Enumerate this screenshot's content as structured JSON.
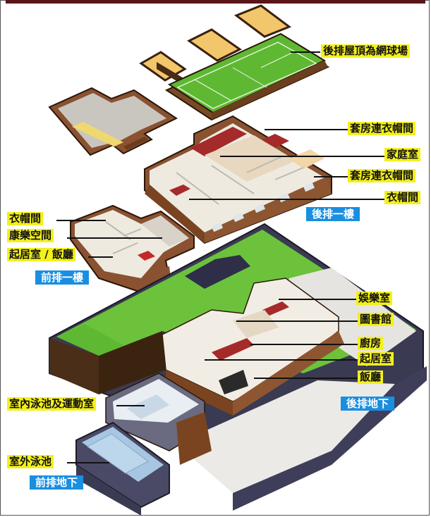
{
  "diagram": {
    "title": "",
    "type": "exploded-isometric-floor-plan",
    "levels": [
      {
        "id": "rear-roof",
        "labels": [
          "後排屋頂為網球場"
        ]
      },
      {
        "id": "rear-first-floor",
        "tag": "後排一樓",
        "labels": [
          "套房連衣帽間",
          "家庭室",
          "套房連衣帽間",
          "衣帽間"
        ]
      },
      {
        "id": "front-first-floor",
        "tag": "前排一樓",
        "labels": [
          "衣帽間",
          "康樂空間",
          "起居室 / 飯廳"
        ]
      },
      {
        "id": "rear-basement",
        "tag": "後排地下",
        "labels": [
          "娛樂室",
          "圖書館",
          "廚房",
          "起居室",
          "飯廳"
        ]
      },
      {
        "id": "front-basement",
        "tag": "前排地下",
        "labels": [
          "室內泳池及運動室",
          "室外泳池"
        ]
      }
    ]
  },
  "labels": {
    "roof_tennis": "後排屋頂為網球場",
    "suite_1": "套房連衣帽間",
    "family_room": "家庭室",
    "suite_2": "套房連衣帽間",
    "closet_rear": "衣帽間",
    "closet_front": "衣帽間",
    "recreation": "康樂空間",
    "living_dining": "起居室 / 飯廳",
    "entertainment": "娛樂室",
    "library": "圖書館",
    "kitchen": "廚房",
    "living": "起居室",
    "dining": "飯廳",
    "indoor_pool_gym": "室內泳池及運動室",
    "outdoor_pool": "室外泳池"
  },
  "tags": {
    "rear_first_floor": "後排一樓",
    "front_first_floor": "前排一樓",
    "rear_basement": "後排地下",
    "front_basement": "前排地下"
  },
  "colors": {
    "label_bg": "#f3f01c",
    "tag_bg": "#1a8ee0",
    "grass": "#6cc23a",
    "wood": "#8a5230",
    "dark_wall": "#3a3a52",
    "top_bar": "#5a1418"
  }
}
